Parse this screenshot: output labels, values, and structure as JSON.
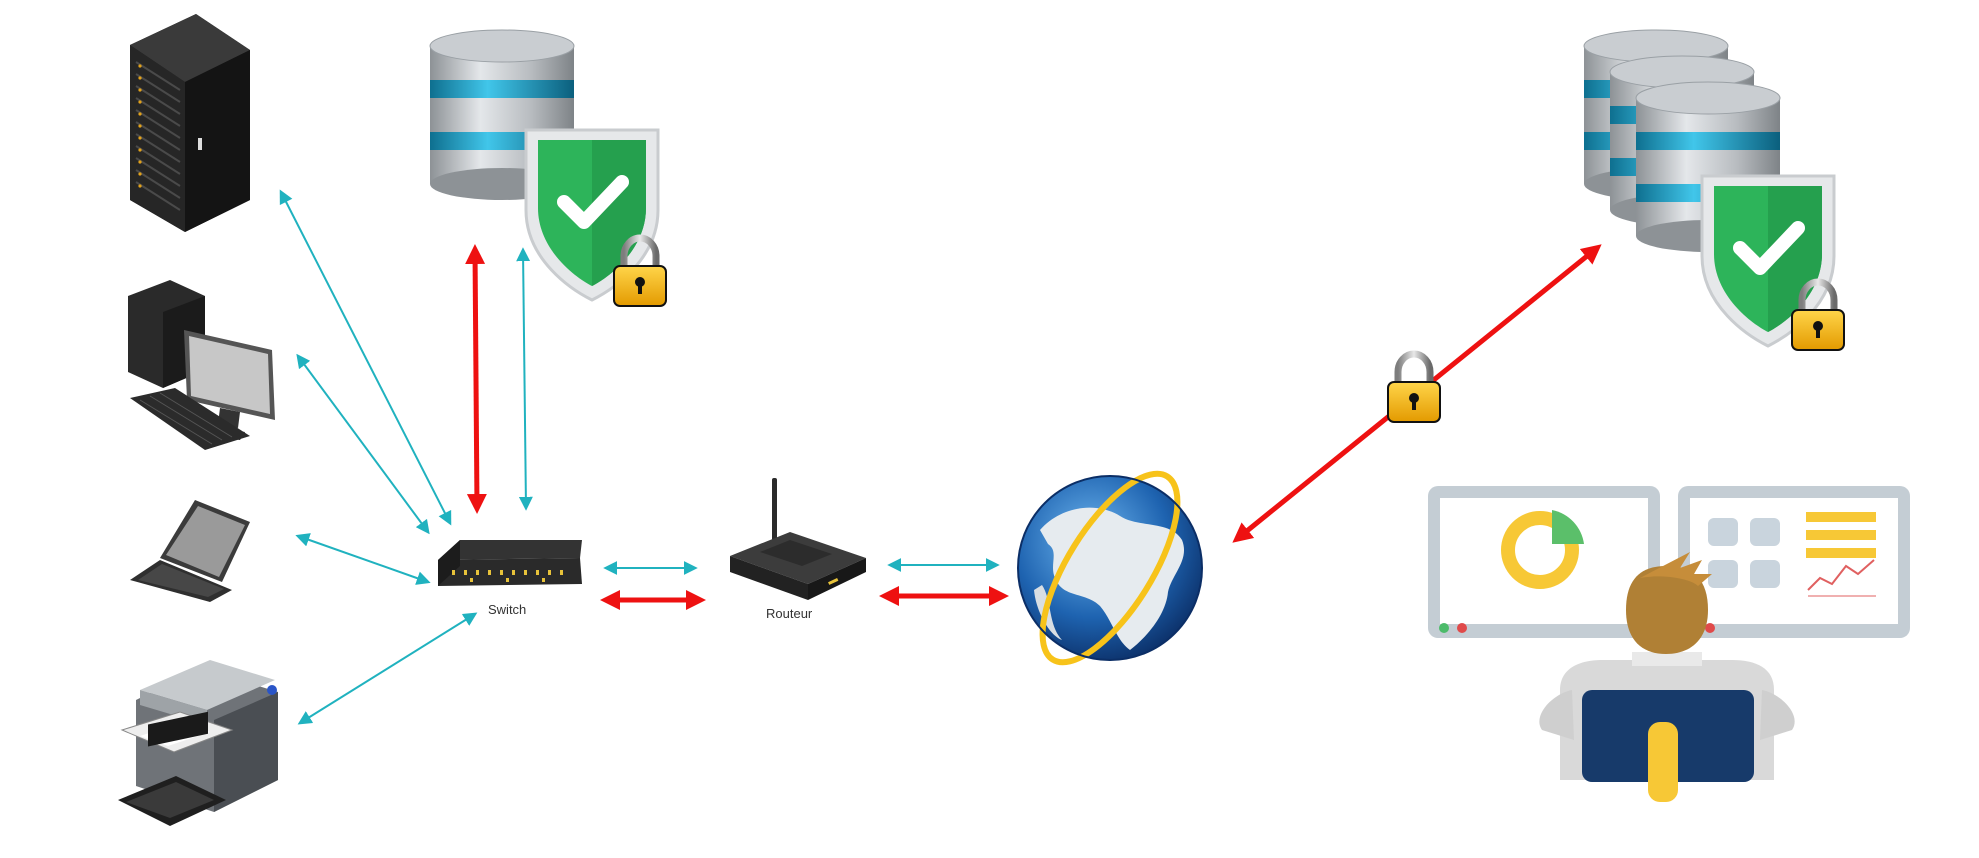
{
  "colors": {
    "cyan": "#20b2bf",
    "red": "#ee1111",
    "shield": "#2db45a",
    "lock": "#f7b500",
    "server": "#2a2a2a",
    "disk": "#b8bcc0",
    "diskBand": "#28a8cc",
    "globe": "#1e63b0"
  },
  "nodes": {
    "switch": {
      "label": "Switch",
      "icon": "network-switch"
    },
    "router": {
      "label": "Routeur",
      "icon": "wifi-router"
    },
    "server_rack": {
      "icon": "server-rack"
    },
    "desktop": {
      "icon": "desktop-computer"
    },
    "laptop": {
      "icon": "laptop"
    },
    "printer": {
      "icon": "multifunction-printer"
    },
    "secure_db": {
      "icon": "database-with-shield-and-lock"
    },
    "internet": {
      "icon": "globe"
    },
    "cloud_db": {
      "icon": "database-cluster-with-shield-and-lock"
    },
    "monitoring": {
      "icon": "analyst-at-dual-monitors"
    }
  },
  "links": [
    {
      "from": "switch",
      "to": "server_rack",
      "type": "cyan"
    },
    {
      "from": "switch",
      "to": "desktop",
      "type": "cyan"
    },
    {
      "from": "switch",
      "to": "laptop",
      "type": "cyan"
    },
    {
      "from": "switch",
      "to": "printer",
      "type": "cyan"
    },
    {
      "from": "switch",
      "to": "secure_db",
      "type": "red"
    },
    {
      "from": "switch",
      "to": "secure_db",
      "type": "cyan"
    },
    {
      "from": "switch",
      "to": "router",
      "type": "cyan"
    },
    {
      "from": "switch",
      "to": "router",
      "type": "red"
    },
    {
      "from": "router",
      "to": "internet",
      "type": "cyan"
    },
    {
      "from": "router",
      "to": "internet",
      "type": "red"
    },
    {
      "from": "internet",
      "to": "cloud_db",
      "type": "red",
      "locked": true
    }
  ]
}
